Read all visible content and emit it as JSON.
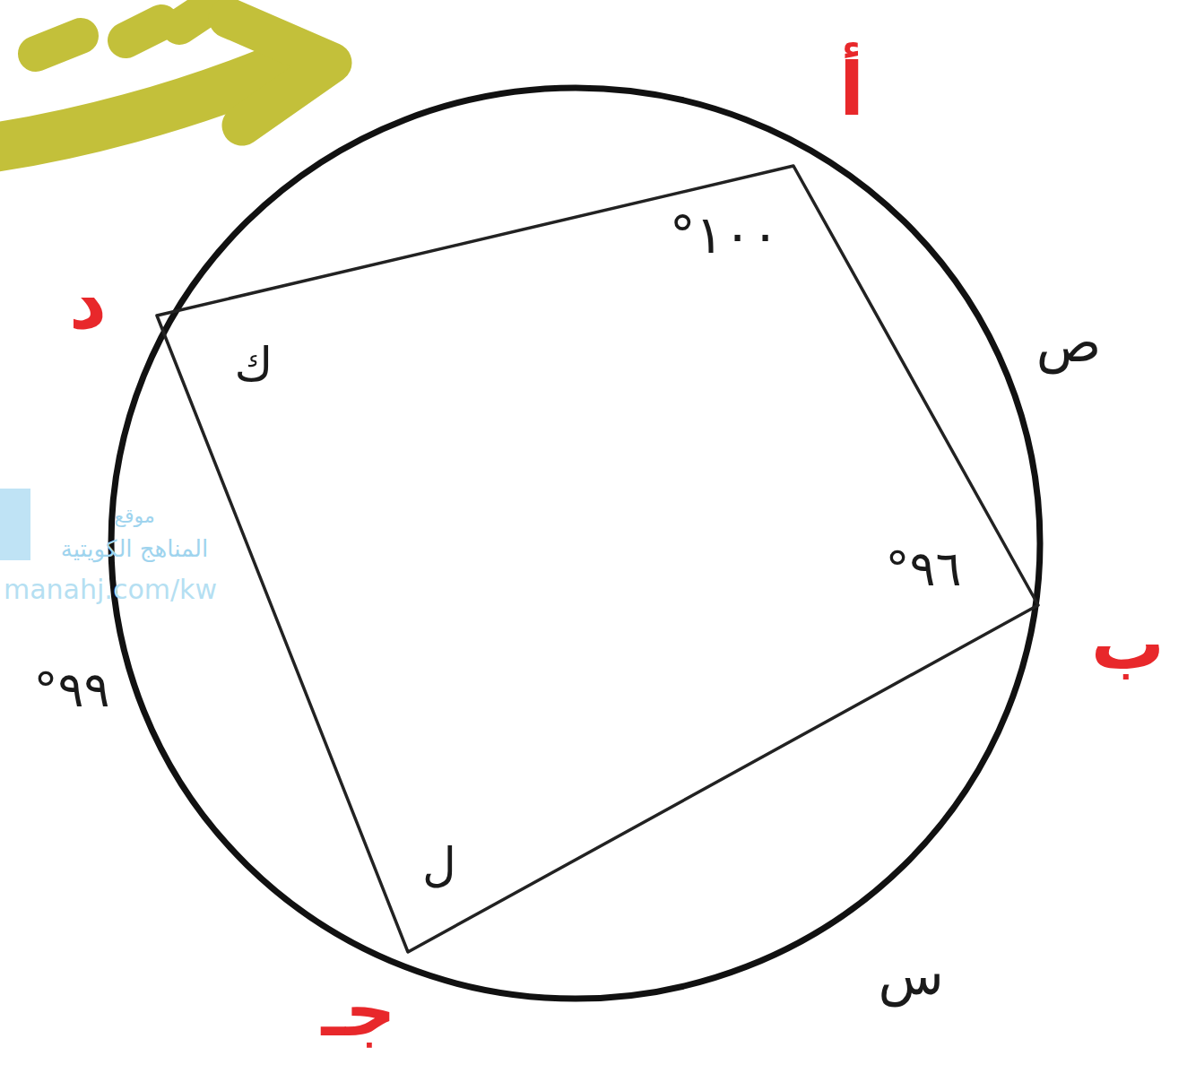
{
  "diagram": {
    "labels": [
      "أ",
      "ب",
      "جـ",
      "د",
      "ص",
      "س",
      "ك",
      "ل",
      "١٠٠°",
      "٩٦°",
      "٩٩°",
      "موقع",
      "المناهج الكويتية",
      "manahj.com/kw"
    ]
  }
}
